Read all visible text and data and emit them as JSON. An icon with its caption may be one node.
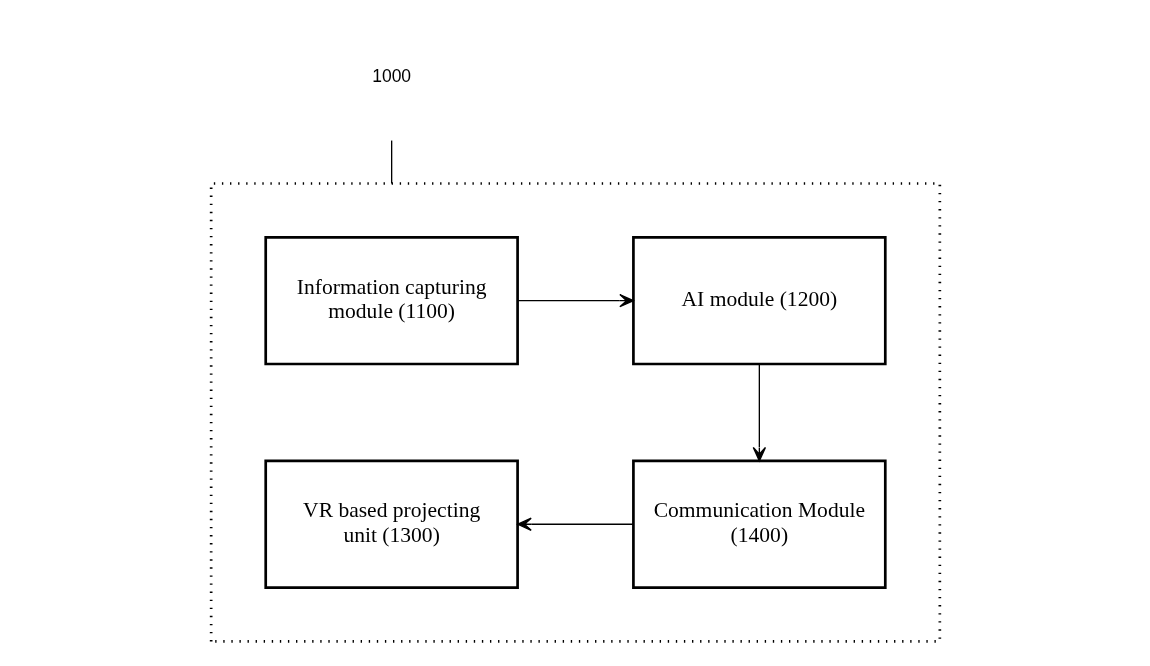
{
  "diagram": {
    "nodes": [
      {
        "text": [
          "1000"
        ]
      },
      {
        "text": [],
        "shape": "box"
      },
      {
        "text": [
          "Information capturing module (1100)"
        ],
        "in": 1
      },
      {
        "text": [
          "AI module (1200)"
        ],
        "in": 1
      },
      {
        "text": [
          "VR based projecting unit (1300)"
        ],
        "in": 1
      },
      {
        "text": [
          "Communication Module (1400)"
        ],
        "in": 1
      }
    ],
    "edges": [
      {
        "from": 0,
        "to": 1,
        "arrow": "none"
      },
      {
        "from": 2,
        "to": 3,
        "arrow": "to"
      },
      {
        "from": 3,
        "to": 5,
        "arrow": "to"
      },
      {
        "from": 5,
        "to": 4,
        "arrow": "to"
      }
    ]
  }
}
